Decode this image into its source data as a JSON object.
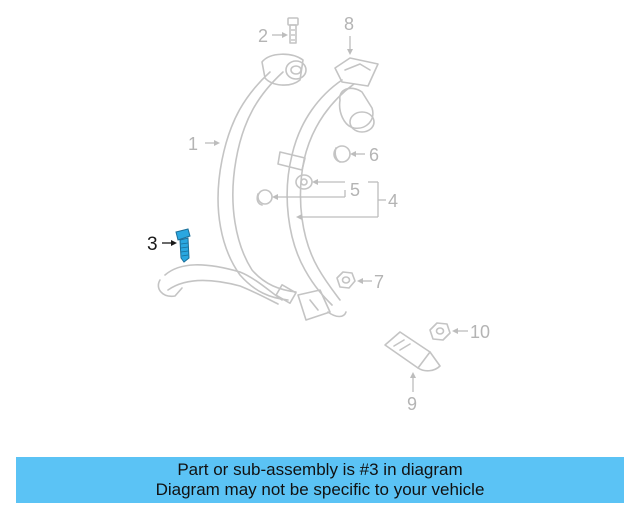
{
  "diagram": {
    "callouts": [
      "1",
      "2",
      "3",
      "4",
      "5",
      "6",
      "7",
      "8",
      "9",
      "10"
    ],
    "highlight_part": "3",
    "highlight_color": "#2aa7e0",
    "part_color": "#c4c4c4"
  },
  "banner": {
    "line1": "Part or sub-assembly is #3 in diagram",
    "line2": "Diagram may not be specific to your vehicle",
    "background": "#5bc3f5"
  }
}
